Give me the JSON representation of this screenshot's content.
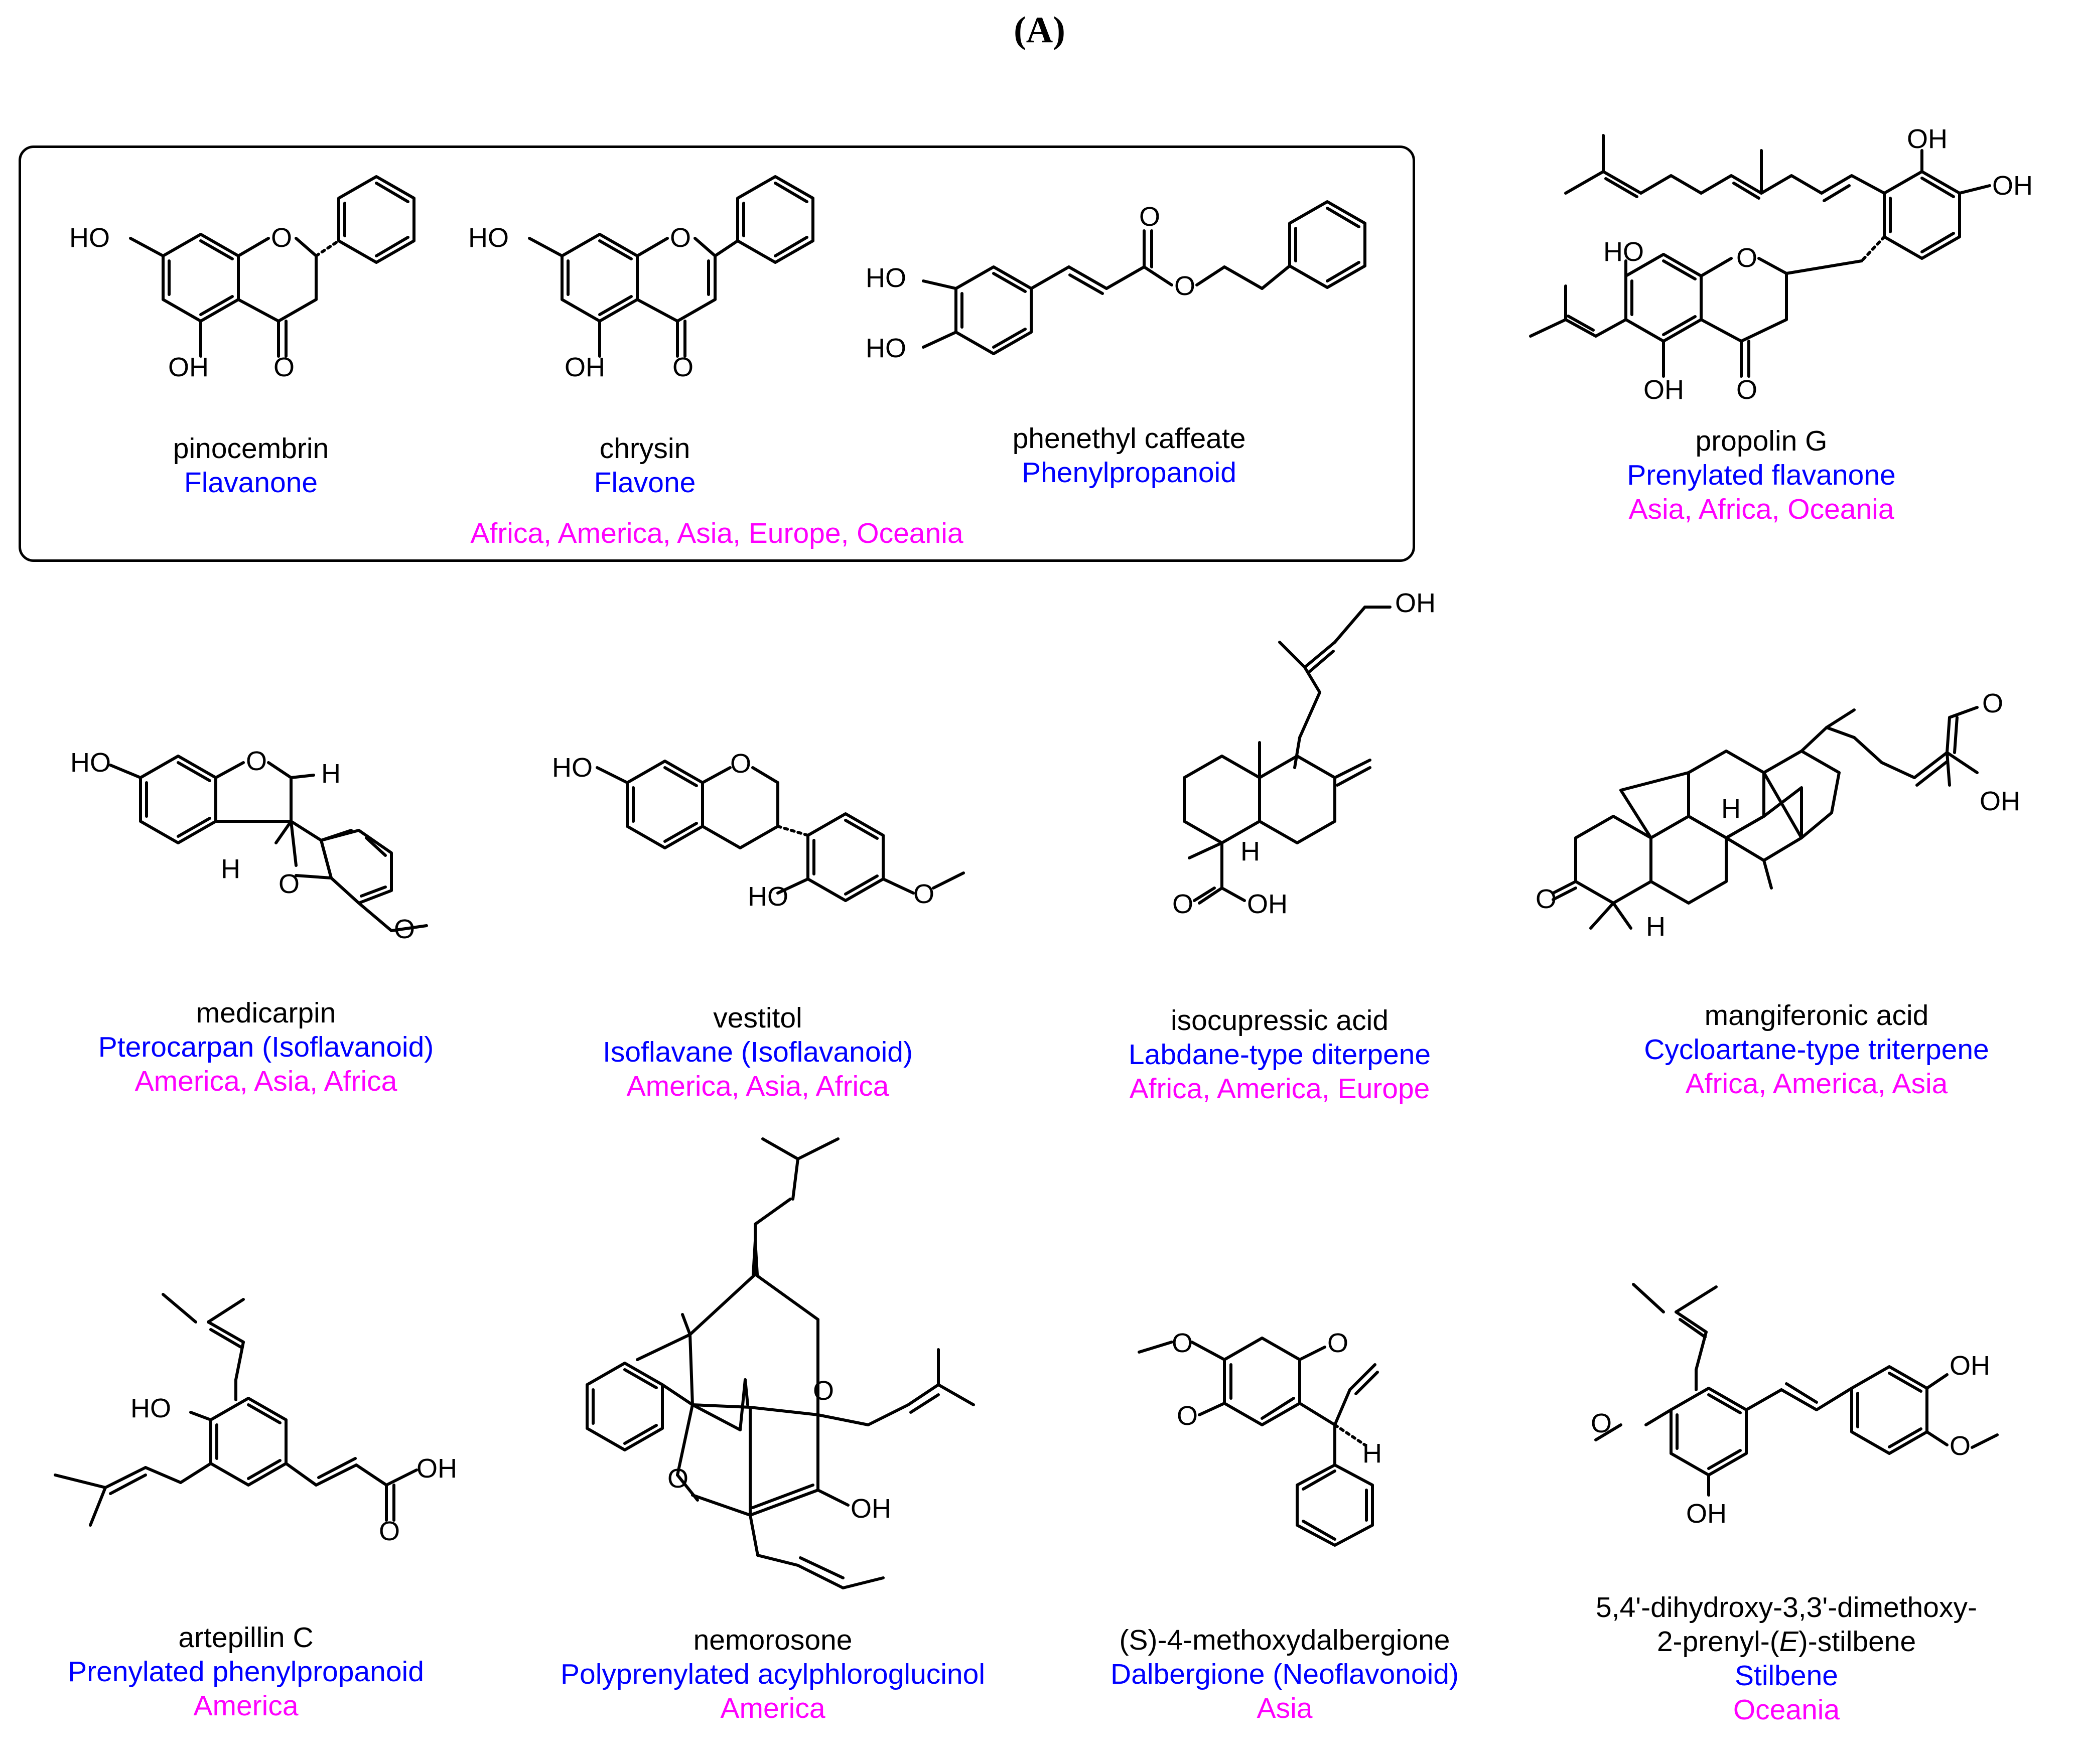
{
  "figure": {
    "panel_label": "(A)",
    "group_region": "Africa, America, Asia, Europe, Oceania"
  },
  "compounds": [
    {
      "name": "pinocembrin",
      "class": "Flavanone"
    },
    {
      "name": "chrysin",
      "class": "Flavone"
    },
    {
      "name": "phenethyl caffeate",
      "class": "Phenylpropanoid"
    },
    {
      "name": "propolin G",
      "class": "Prenylated flavanone",
      "region": "Asia, Africa, Oceania"
    },
    {
      "name": "medicarpin",
      "class": "Pterocarpan (Isoflavanoid)",
      "region": "America, Asia, Africa"
    },
    {
      "name": "vestitol",
      "class": "Isoflavane (Isoflavanoid)",
      "region": "America, Asia, Africa"
    },
    {
      "name": "isocupressic acid",
      "class": "Labdane-type diterpene",
      "region": "Africa, America, Europe"
    },
    {
      "name": "mangiferonic acid",
      "class": "Cycloartane-type triterpene",
      "region": "Africa, America, Asia"
    },
    {
      "name": "artepillin C",
      "class": "Prenylated phenylpropanoid",
      "region": "America"
    },
    {
      "name": "nemorosone",
      "class": "Polyprenylated acylphloroglucinol",
      "region": "America"
    },
    {
      "name": "(S)-4-methoxydalbergione",
      "class": "Dalbergione (Neoflavonoid)",
      "region": "Asia"
    },
    {
      "name_line1": "5,4'-dihydroxy-3,3'-dimethoxy-",
      "name_line2_pre": "2-prenyl-(",
      "name_line2_it": "E",
      "name_line2_post": ")-stilbene",
      "class": "Stilbene",
      "region": "Oceania"
    }
  ],
  "atom_labels": {
    "OH": "OH",
    "HO": "HO",
    "O": "O",
    "H": "H"
  }
}
